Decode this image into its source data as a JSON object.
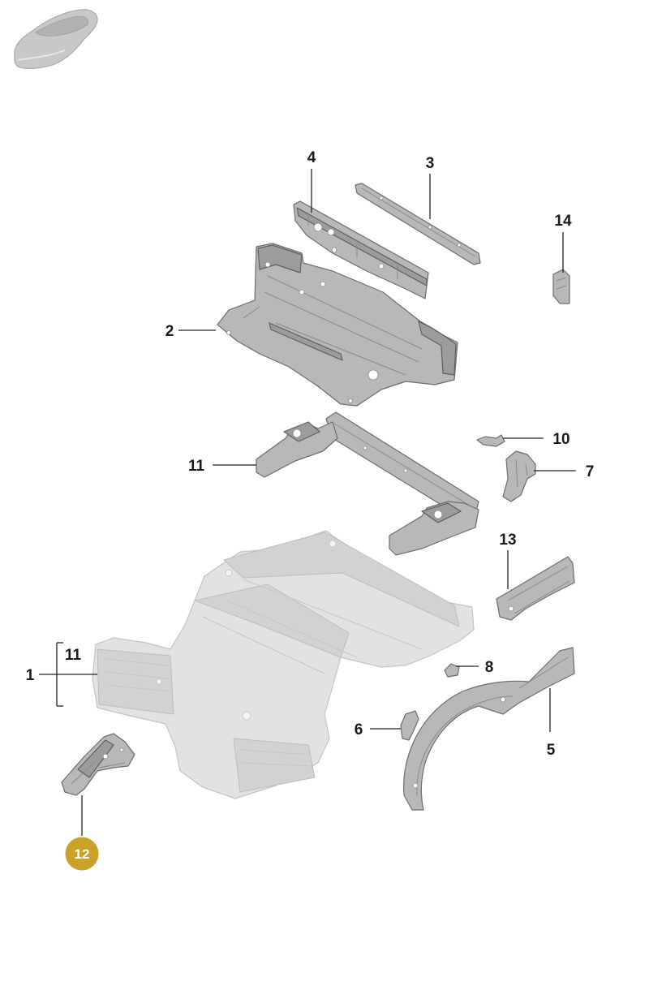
{
  "diagram": {
    "vehicle_thumbnail_icon": "car-silhouette-icon",
    "selected_callout": "12",
    "callouts": {
      "c1": "1",
      "c2": "2",
      "c3": "3",
      "c4": "4",
      "c5": "5",
      "c6": "6",
      "c7": "7",
      "c8": "8",
      "c10": "10",
      "c11_crossmember": "11",
      "c11_bracket": "11",
      "c12": "12",
      "c13": "13",
      "c14": "14"
    },
    "colors": {
      "part_fill": "#b8b8b8",
      "context_part_fill": "#e2e2e2",
      "highlight_part_fill": "#9c9c9c",
      "selected_badge": "#c9a227"
    }
  }
}
